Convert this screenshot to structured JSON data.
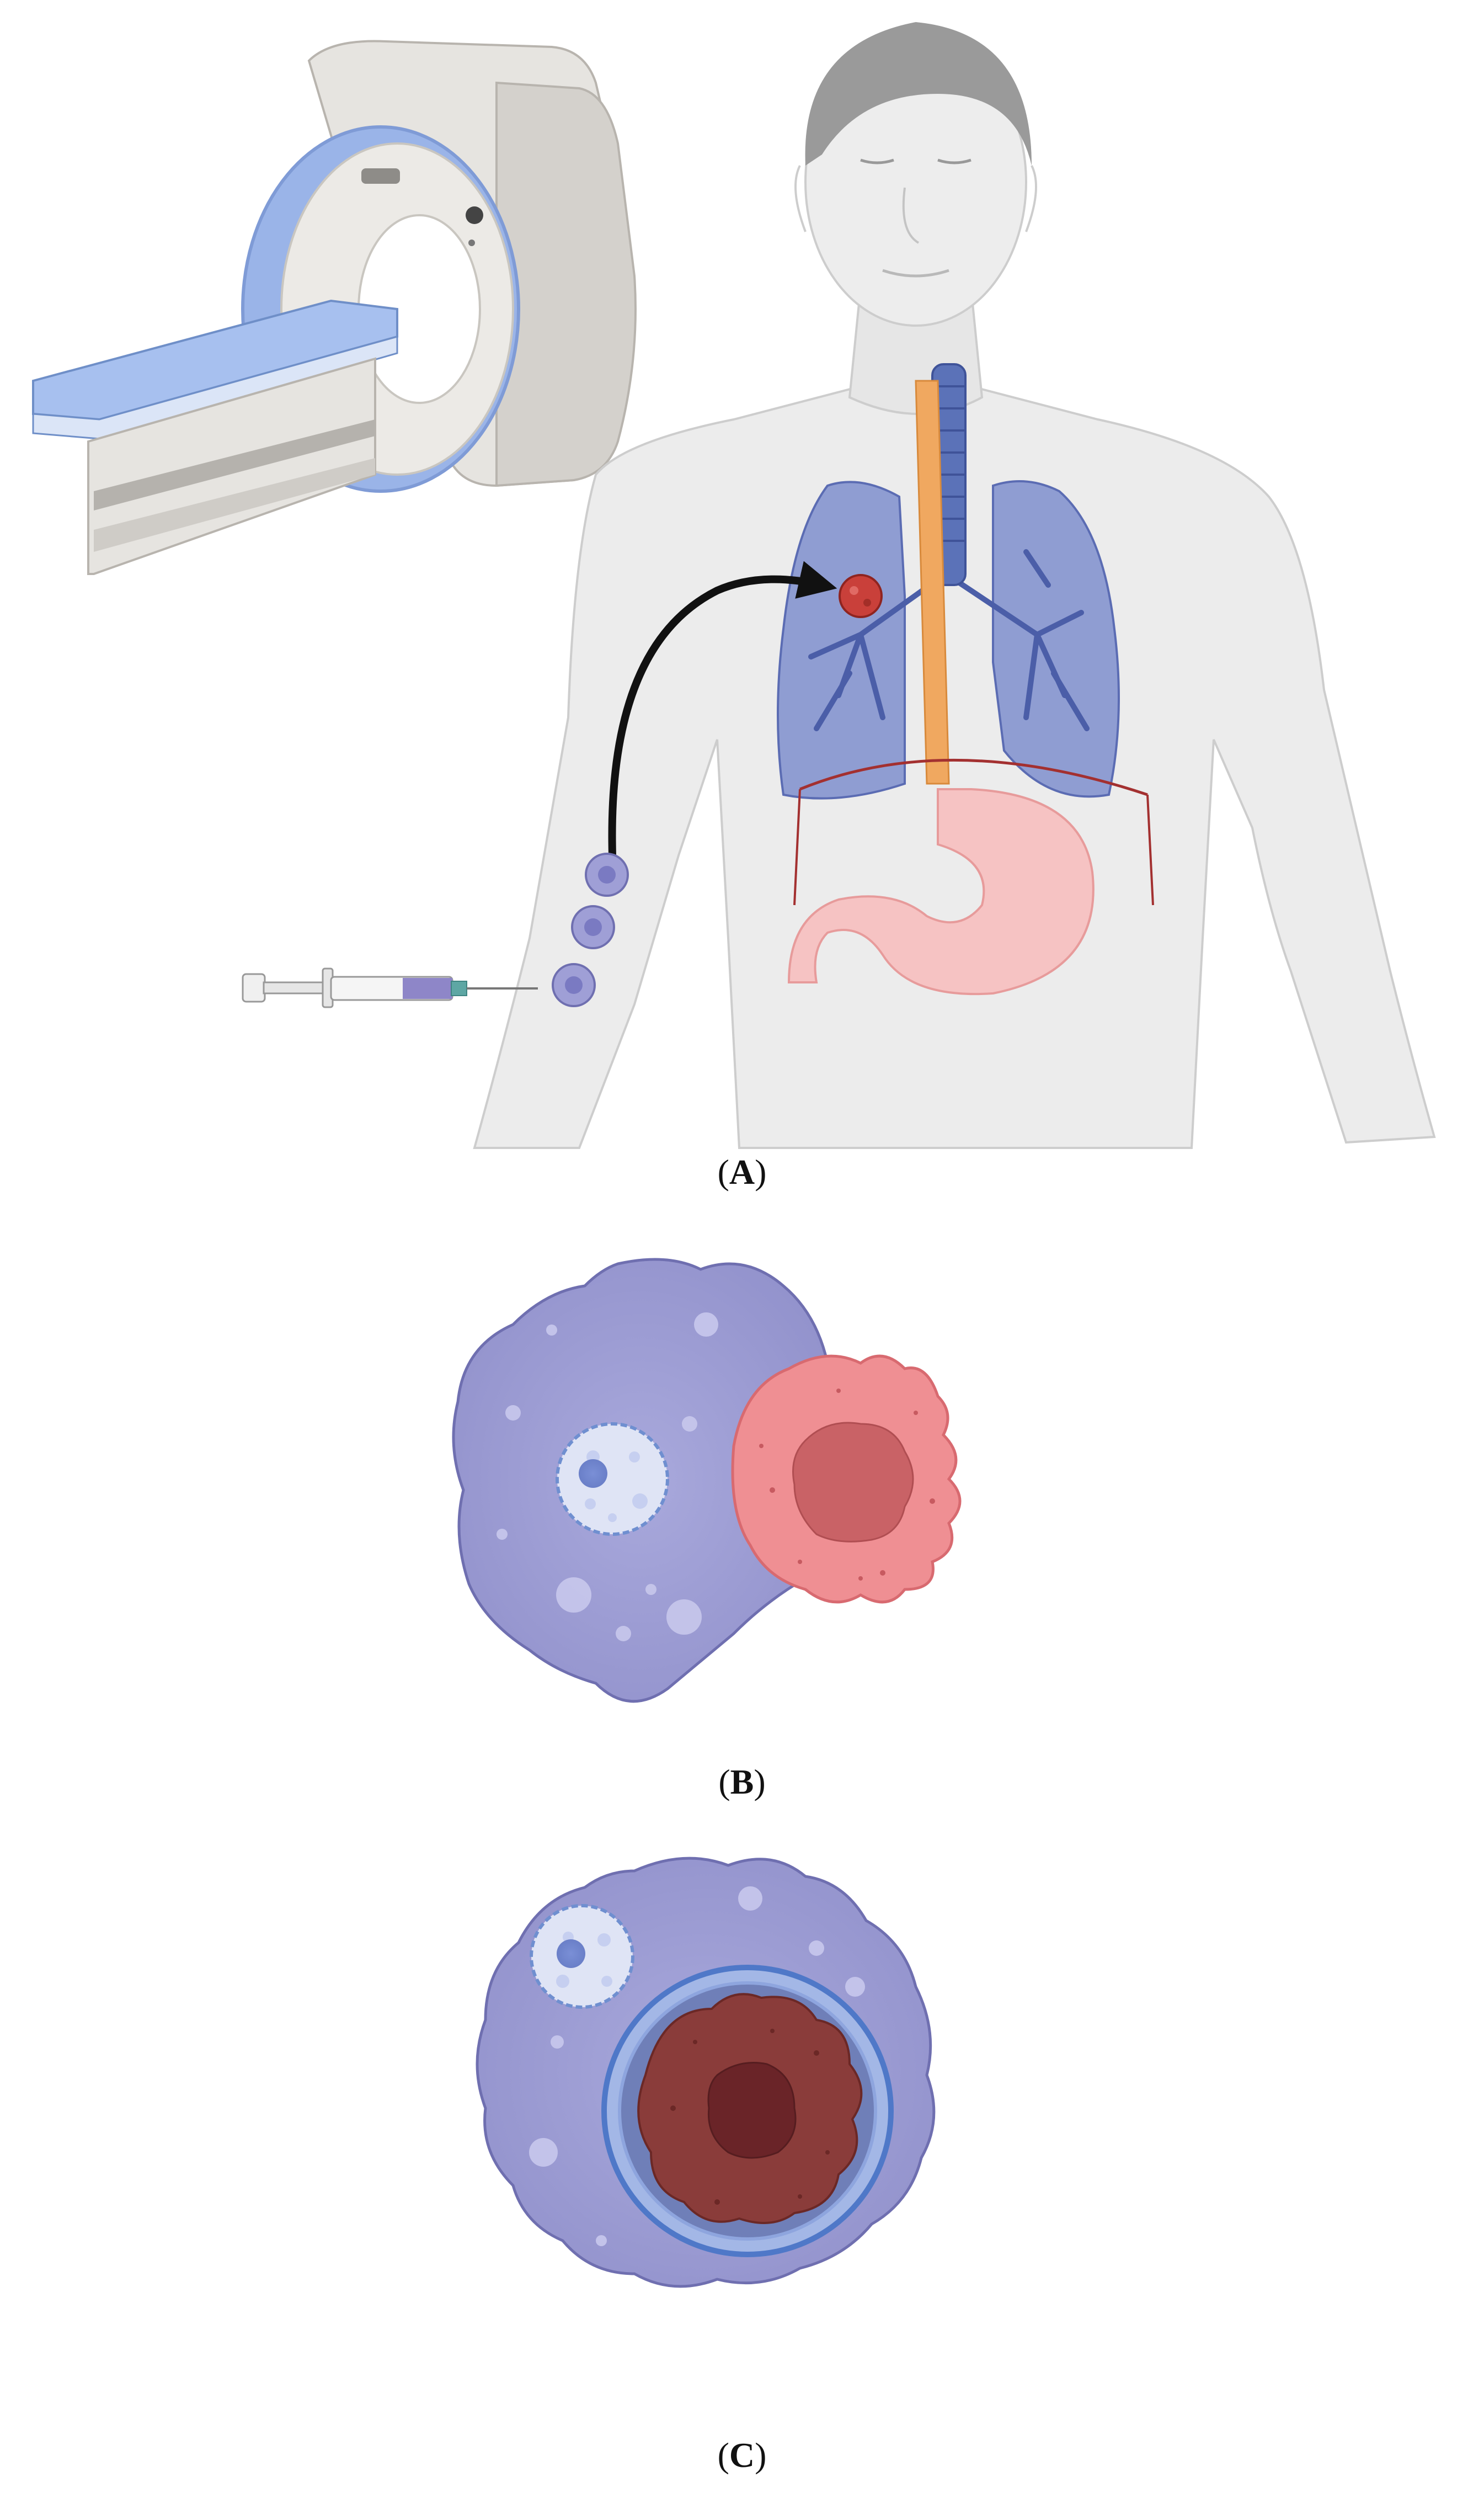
{
  "figure": {
    "panels": [
      {
        "id": "A",
        "open": "(",
        "letter": "A",
        "close": ")"
      },
      {
        "id": "B",
        "open": "(",
        "letter": "B",
        "close": ")"
      },
      {
        "id": "C",
        "open": "(",
        "letter": "C",
        "close": ")"
      }
    ],
    "colors": {
      "skin": "#ececec",
      "skin_outline": "#c8c8c8",
      "hair": "#9a9a9a",
      "lung": "#7f8fce",
      "bronchi": "#4b5ea8",
      "trachea": "#5b72b8",
      "esophagus": "#f0a860",
      "stomach": "#f6c3c3",
      "tumor": "#c9403a",
      "macrophage": "#9f9fd6",
      "macrophage_edge": "#6f6fb0",
      "cancer_cell": "#ef8f93",
      "cancer_nucleus": "#c96266",
      "engulfed_cell": "#8a3c3a",
      "vesicle": "#6f8fd0",
      "scanner": "#e6e4e0",
      "scanner_blue": "#9ab4e8"
    },
    "icons": [
      "mri-scanner-icon",
      "syringe-icon",
      "human-body-icon",
      "lung-tumor-icon",
      "curved-arrow-icon",
      "macrophage-icon",
      "cancer-cell-icon",
      "phagocytosis-icon"
    ]
  }
}
